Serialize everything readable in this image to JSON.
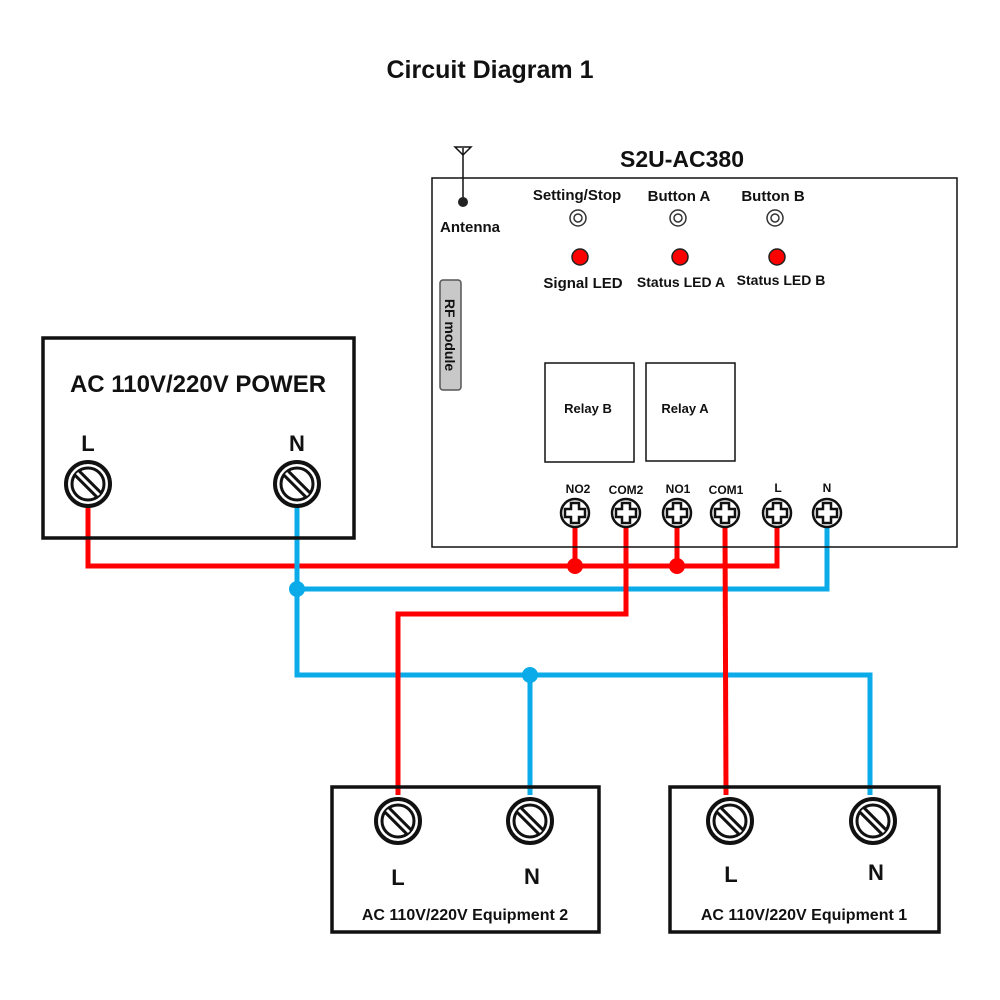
{
  "title": "Circuit Diagram 1",
  "colors": {
    "live": "#ff0000",
    "neutral": "#0aabe8",
    "outline": "#111111",
    "led": "#ff0000",
    "rf_module_fill": "#c8c8c8"
  },
  "power_box": {
    "label": "AC 110V/220V POWER",
    "terminals": [
      {
        "id": "L",
        "label": "L",
        "wire": "live"
      },
      {
        "id": "N",
        "label": "N",
        "wire": "neutral"
      }
    ]
  },
  "controller": {
    "model": "S2U-AC380",
    "antenna_label": "Antenna",
    "rf_module_label": "RF module",
    "buttons": [
      {
        "label": "Setting/Stop"
      },
      {
        "label": "Button A"
      },
      {
        "label": "Button B"
      }
    ],
    "leds": [
      {
        "label": "Signal LED"
      },
      {
        "label": "Status LED A"
      },
      {
        "label": "Status LED B"
      }
    ],
    "relays": [
      {
        "label": "Relay B"
      },
      {
        "label": "Relay A"
      }
    ],
    "terminals": [
      {
        "label": "NO2",
        "wire": "live"
      },
      {
        "label": "COM2",
        "wire": "live"
      },
      {
        "label": "NO1",
        "wire": "live"
      },
      {
        "label": "COM1",
        "wire": "live"
      },
      {
        "label": "L",
        "wire": "live"
      },
      {
        "label": "N",
        "wire": "neutral"
      }
    ]
  },
  "equipment": [
    {
      "label": "AC 110V/220V Equipment 2",
      "terminals": [
        {
          "label": "L",
          "wire": "live"
        },
        {
          "label": "N",
          "wire": "neutral"
        }
      ],
      "connected_to": "COM2"
    },
    {
      "label": "AC 110V/220V Equipment 1",
      "terminals": [
        {
          "label": "L",
          "wire": "live"
        },
        {
          "label": "N",
          "wire": "neutral"
        }
      ],
      "connected_to": "COM1"
    }
  ]
}
